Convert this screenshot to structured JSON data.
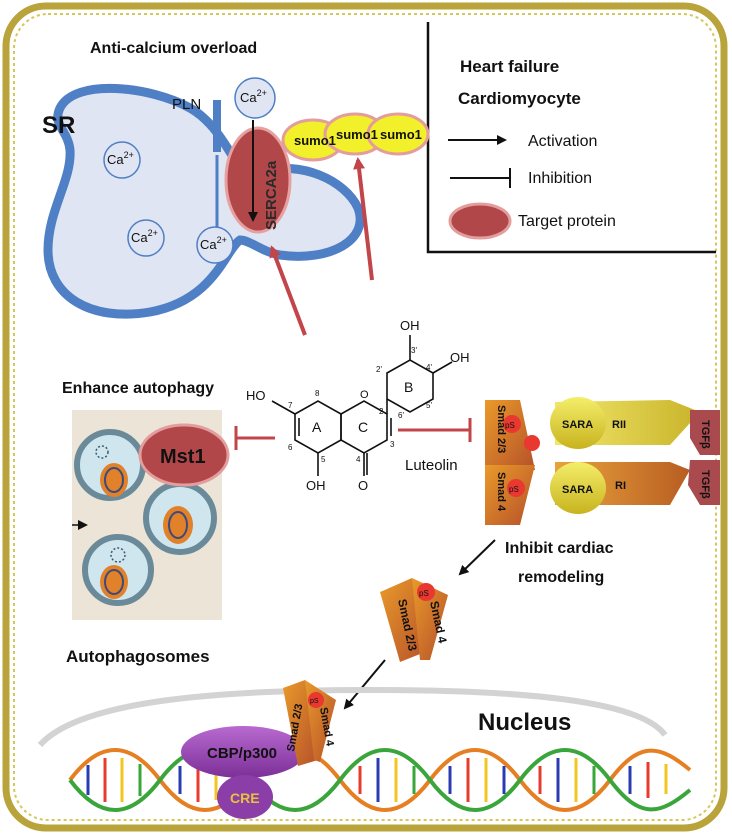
{
  "title_overload": "Anti-calcium overload",
  "sr_label": "SR",
  "pln_label": "PLN",
  "ca_label": "Ca",
  "ca_charge": "2+",
  "serca_label": "SERCA2a",
  "sumo_label": "sumo1",
  "legend": {
    "title_line1": "Heart failure",
    "title_line2": "Cardiomyocyte",
    "activation": "Activation",
    "inhibition": "Inhibition",
    "target": "Target protein"
  },
  "autophagy_title": "Enhance autophagy",
  "mst1_label": "Mst1",
  "autophagosomes_label": "Autophagosomes",
  "luteolin": {
    "name": "Luteolin",
    "ring_a": "A",
    "ring_b": "B",
    "ring_c": "C",
    "oh": "OH",
    "ho": "HO",
    "o": "O",
    "n2": "2",
    "n2p": "2'",
    "n3": "3",
    "n3p": "3'",
    "n4": "4",
    "n4p": "4'",
    "n5": "5",
    "n5p": "5'",
    "n6": "6",
    "n6p": "6'",
    "n7": "7",
    "n8": "8"
  },
  "receptor": {
    "smad23": "Smad 2/3",
    "smad4": "Smad 4",
    "ps": "pS",
    "sara": "SARA",
    "rii": "RII",
    "ri": "RI",
    "tgfb": "TGFβ"
  },
  "inhibit_line1": "Inhibit cardiac",
  "inhibit_line2": "remodeling",
  "nucleus_label": "Nucleus",
  "cbp_label": "CBP/p300",
  "cre_label": "CRE",
  "colors": {
    "border": "#b8a43a",
    "sr_fill": "#dfe5f2",
    "sr_stroke": "#4f7fc5",
    "target_red": "#b2474a",
    "sumo_yellow": "#f2ef2b",
    "red_arrow": "#c2454a",
    "purple": "#8b3ea8"
  }
}
